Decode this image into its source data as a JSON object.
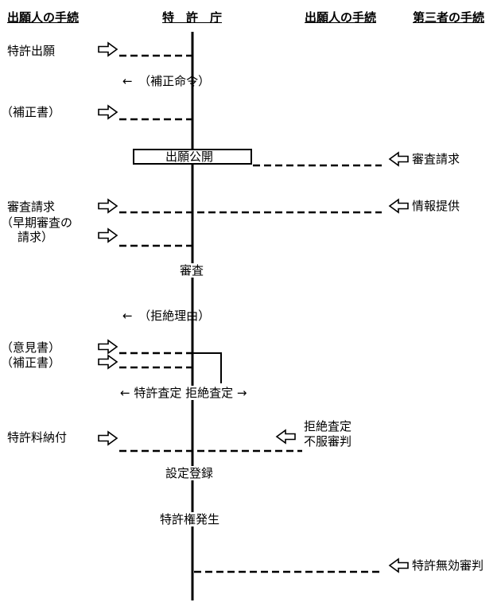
{
  "headers": {
    "applicant_left": "出願人の手続",
    "patent_office": "特　許　庁",
    "applicant_right": "出願人の手続",
    "third_party": "第三者の手続"
  },
  "applicant_steps": {
    "application": "特許出願",
    "amendment_1": "（補正書）",
    "exam_request": "審査請求",
    "early_exam_line1": "（早期審査の",
    "early_exam_line2": "請求）",
    "written_opinion": "（意見書）",
    "amendment_2": "（補正書）",
    "fee_payment": "特許料納付"
  },
  "office_steps": {
    "amendment_order": "←　（補正命令）",
    "publication": "出願公開",
    "examination": "審査",
    "refusal_reasons": "←　（拒絶理由）",
    "decision": "← 特許査定  拒絶査定 →",
    "registration": "設定登録",
    "patent_right": "特許権発生"
  },
  "right_side": {
    "appeal_line1": "拒絶査定",
    "appeal_line2": "不服審判"
  },
  "third_party_steps": {
    "exam_request": "審査請求",
    "info_provision": "情報提供",
    "invalidation_trial": "特許無効審判"
  },
  "icons": {
    "right_arrow": "hollow-arrow-right-icon",
    "left_arrow": "hollow-arrow-left-icon"
  }
}
